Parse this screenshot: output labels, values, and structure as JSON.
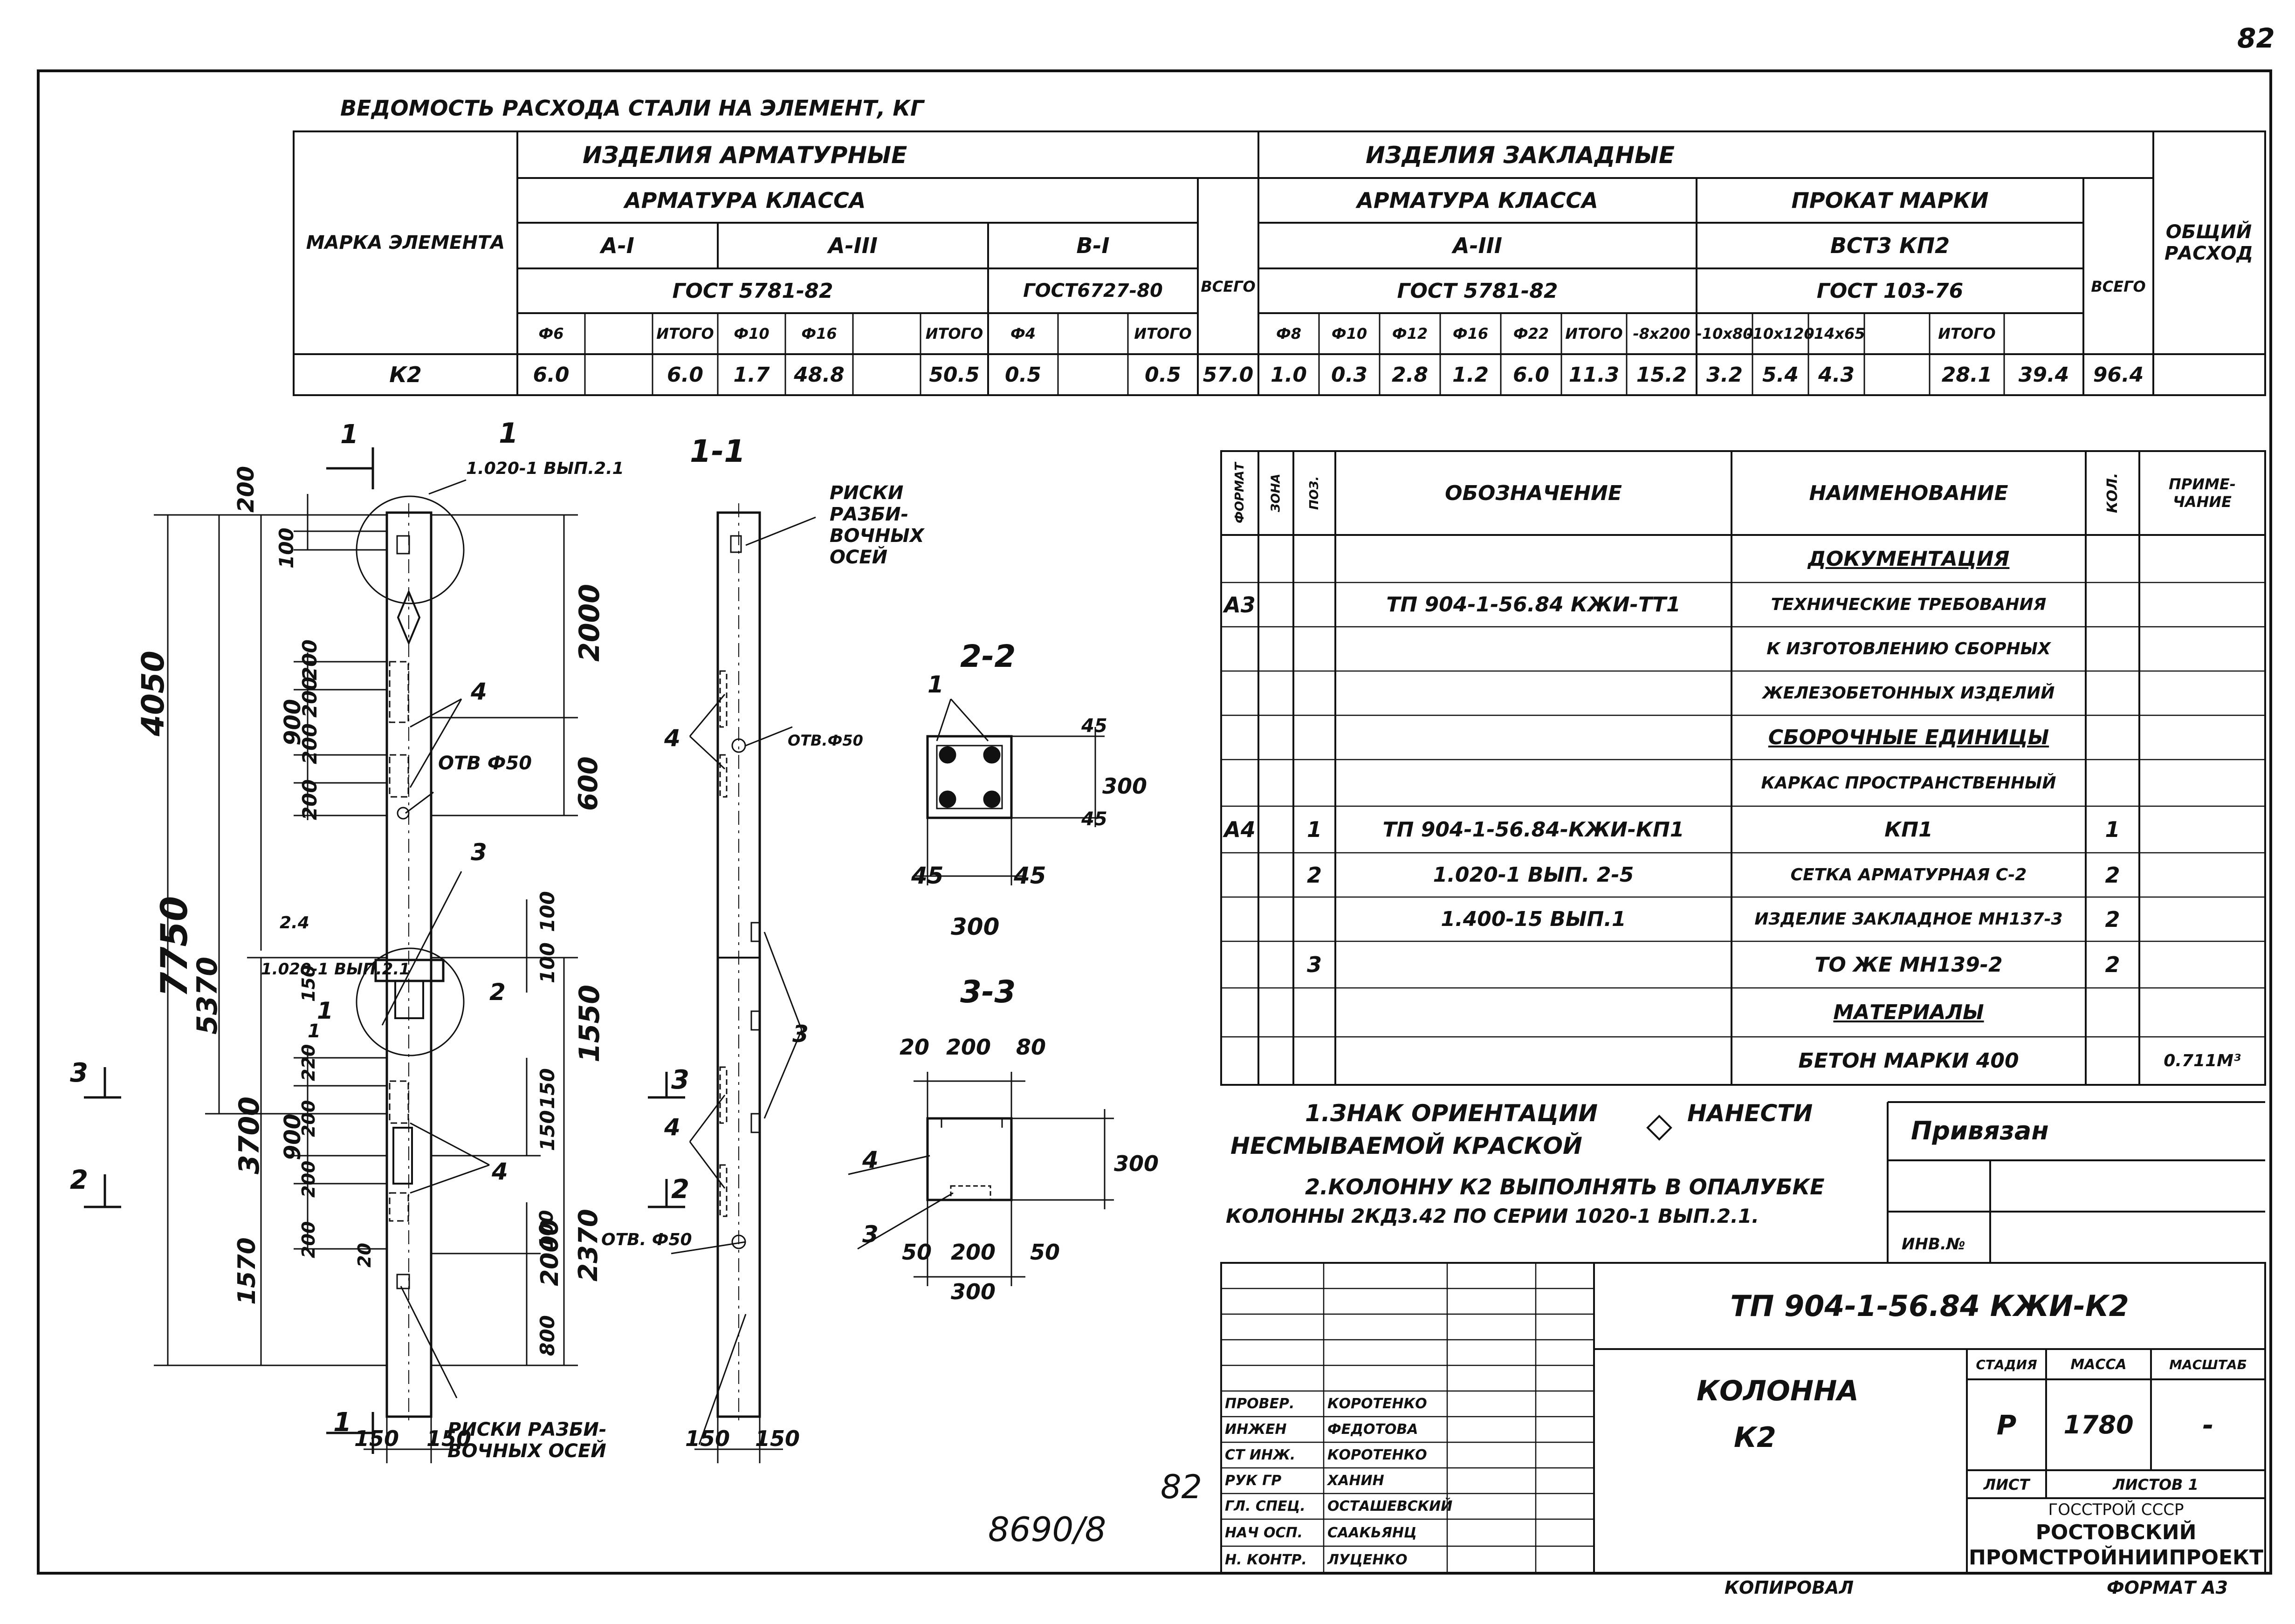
{
  "page_number": "82",
  "steel_table": {
    "title": "ВЕДОМОСТЬ РАСХОДА СТАЛИ НА ЭЛЕМЕНТ, КГ",
    "mark_header": "МАРКА ЭЛЕМЕНТА",
    "reinf_header": "ИЗДЕЛИЯ АРМАТУРНЫЕ",
    "embed_header": "ИЗДЕЛИЯ ЗАКЛАДНЫЕ",
    "reinf_class": "АРМАТУРА КЛАССА",
    "embed_class": "АРМАТУРА КЛАССА",
    "rolled": "ПРОКАТ МАРКИ",
    "total_word": "ВСЕГО",
    "total_word2": "ВСЕГО",
    "overall": "ОБЩИЙ РАСХОД",
    "cls_a1": "А-I",
    "cls_a3": "А-III",
    "cls_b1": "В-I",
    "cls_a3e": "А-III",
    "cls_st": "ВСТ3 КП2",
    "gost_a": "ГОСТ 5781-82",
    "gost_b": "ГОСТ6727-80",
    "gost_e": "ГОСТ 5781-82",
    "gost_st": "ГОСТ 103-76",
    "sub": [
      "Ф6",
      "",
      "ИТОГО",
      "Ф10",
      "Ф16",
      "",
      "ИТОГО",
      "Ф4",
      "",
      "ИТОГО",
      "",
      "Ф8",
      "Ф10",
      "Ф12",
      "Ф16",
      "Ф22",
      "ИТОГО",
      "-8х200",
      "-10х80",
      "-10х120",
      "-14х65",
      "",
      "ИТОГО",
      "",
      ""
    ],
    "row_mark": "К2",
    "row": [
      "6.0",
      "",
      "6.0",
      "1.7",
      "48.8",
      "",
      "50.5",
      "0.5",
      "",
      "0.5",
      "57.0",
      "1.0",
      "0.3",
      "2.8",
      "1.2",
      "6.0",
      "11.3",
      "15.2",
      "3.2",
      "5.4",
      "4.3",
      "",
      "28.1",
      "39.4",
      "96.4"
    ]
  },
  "spec": {
    "h_format": "ФОРМАТ",
    "h_zone": "ЗОНА",
    "h_pos": "ПОЗ.",
    "h_designation": "ОБОЗНАЧЕНИЕ",
    "h_name": "НАИМЕНОВАНИЕ",
    "h_qty": "КОЛ.",
    "h_note": "ПРИМЕ-ЧАНИЕ",
    "rows": [
      {
        "f": "",
        "z": "",
        "p": "",
        "d": "",
        "n": "ДОКУМЕНТАЦИЯ",
        "q": "",
        "r": ""
      },
      {
        "f": "А3",
        "z": "",
        "p": "",
        "d": "ТП 904-1-56.84 КЖИ-ТТ1",
        "n": "ТЕХНИЧЕСКИЕ ТРЕБОВАНИЯ",
        "q": "",
        "r": ""
      },
      {
        "f": "",
        "z": "",
        "p": "",
        "d": "",
        "n": "К ИЗГОТОВЛЕНИЮ СБОРНЫХ",
        "q": "",
        "r": ""
      },
      {
        "f": "",
        "z": "",
        "p": "",
        "d": "",
        "n": "ЖЕЛЕЗОБЕТОННЫХ ИЗДЕЛИЙ",
        "q": "",
        "r": ""
      },
      {
        "f": "",
        "z": "",
        "p": "",
        "d": "",
        "n": "СБОРОЧНЫЕ ЕДИНИЦЫ",
        "q": "",
        "r": ""
      },
      {
        "f": "",
        "z": "",
        "p": "",
        "d": "",
        "n": "КАРКАС ПРОСТРАНСТВЕННЫЙ",
        "q": "",
        "r": ""
      },
      {
        "f": "А4",
        "z": "",
        "p": "1",
        "d": "ТП 904-1-56.84-КЖИ-КП1",
        "n": "КП1",
        "q": "1",
        "r": ""
      },
      {
        "f": "",
        "z": "",
        "p": "2",
        "d": "1.020-1 ВЫП. 2-5",
        "n": "СЕТКА АРМАТУРНАЯ С-2",
        "q": "2",
        "r": ""
      },
      {
        "f": "",
        "z": "",
        "p": "",
        "d": "1.400-15 ВЫП.1",
        "n": "ИЗДЕЛИЕ ЗАКЛАДНОЕ МН137-3",
        "q": "2",
        "r": ""
      },
      {
        "f": "",
        "z": "",
        "p": "3",
        "d": "",
        "n": "ТО ЖЕ МН139-2",
        "q": "2",
        "r": ""
      },
      {
        "f": "",
        "z": "",
        "p": "",
        "d": "",
        "n": "МАТЕРИАЛЫ",
        "q": "",
        "r": ""
      },
      {
        "f": "",
        "z": "",
        "p": "",
        "d": "",
        "n": "БЕТОН МАРКИ 400",
        "q": "",
        "r": "0.711М³"
      }
    ]
  },
  "notes": {
    "n1a": "1.ЗНАК ОРИЕНТАЦИИ",
    "n1b": "НАНЕСТИ",
    "n1c": "НЕСМЫВАЕМОЙ КРАСКОЙ",
    "n2a": "2.КОЛОННУ К2 ВЫПОЛНЯТЬ В ОПАЛУБКЕ",
    "n2b": "КОЛОННЫ 2КД3.42 ПО СЕРИИ 1020-1 ВЫП.2.1."
  },
  "privyazan": "Привязан",
  "inv_no": "ИНВ.№",
  "title_block": {
    "code": "ТП 904-1-56.84 КЖИ-К2",
    "name1": "КОЛОННА",
    "name2": "К2",
    "stage_h": "СТАДИЯ",
    "mass_h": "МАССА",
    "scale_h": "МАСШТАБ",
    "stage": "Р",
    "mass": "1780",
    "scale": "-",
    "sheet": "ЛИСТ",
    "sheets": "ЛИСТОВ 1",
    "org1": "ГОССТРОЙ СССР",
    "org2": "РОСТОВСКИЙ",
    "org3": "ПРОМСТРОЙНИИПРОЕКТ",
    "roles": [
      "ПРОВЕР.",
      "ИНЖЕН",
      "СТ ИНЖ.",
      "РУК ГР",
      "ГЛ. СПЕЦ.",
      "НАЧ ОСП.",
      "Н. КОНТР."
    ],
    "names": [
      "КОРОТЕНКО",
      "ФЕДОТОВА",
      "КОРОТЕНКО",
      "ХАНИН",
      "ОСТАШЕВСКИЙ",
      "СААКЬЯНЦ",
      "ЛУЦЕНКО"
    ]
  },
  "footer": {
    "kopiroval": "КОПИРОВАЛ",
    "format": "ФОРМАТ А3",
    "archive": "8690/8",
    "sheet_mark": "82"
  },
  "drawing": {
    "dims_left": [
      "200",
      "100",
      "200",
      "200",
      "900",
      "200",
      "200",
      "150",
      "220",
      "200",
      "900",
      "200",
      "200",
      "20",
      "4050",
      "5370",
      "3700",
      "1570",
      "7750",
      "1.020-1 ВЫП.2.1",
      "2.4",
      "1"
    ],
    "dims_right": [
      "2000",
      "600",
      "100",
      "100",
      "1550",
      "150",
      "150",
      "2000",
      "2370",
      "100",
      "800"
    ],
    "labels": {
      "sec1": "1",
      "sec11": "1-1",
      "sec22": "2-2",
      "sec33": "3-3",
      "callout": "1.020-1 ВЫП.2.1",
      "otv50": "ОТВ Ф50",
      "otv50b": "ОТВ.Ф50",
      "otv50c": "ОТВ. Ф50",
      "riski": "РИСКИ РАЗБИ-ВОЧНЫХ ОСЕЙ",
      "riski2": "РИСКИ РАЗБИ-ВОЧНЫХ ОСЕЙ",
      "pos1": "1",
      "pos2": "2",
      "pos3": "3",
      "pos4": "4",
      "d45": "45",
      "d300": "300",
      "d20": "20",
      "d200": "200",
      "d80": "80",
      "d50": "50",
      "d150": "150"
    }
  }
}
